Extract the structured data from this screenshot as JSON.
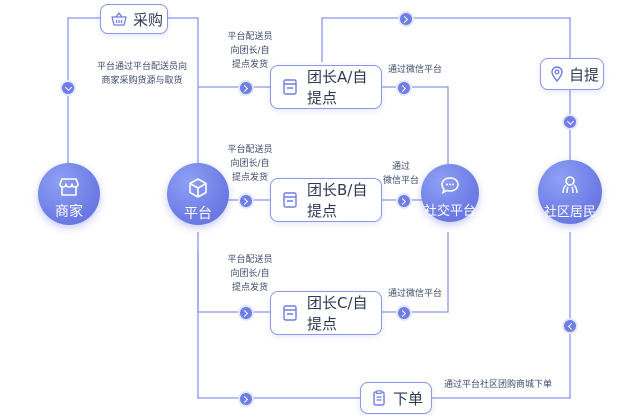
{
  "nodes": {
    "merchant": "商家",
    "platform": "平台",
    "social_platform": "社交平台",
    "residents": "社区居民"
  },
  "boxes": {
    "purchase": "采购",
    "leader_a": "团长A/自提点",
    "leader_b": "团长B/自提点",
    "leader_c": "团长C/自提点",
    "self_pickup": "自提",
    "place_order": "下单"
  },
  "notes": {
    "merchant_purchase": [
      "平台通过平台配送员向",
      "商家采购货源与取货"
    ],
    "deliver_a": [
      "平台配送员",
      "向团长/自",
      "提点发货"
    ],
    "deliver_b": [
      "平台配送员",
      "向团长/自",
      "提点发货"
    ],
    "deliver_c": [
      "平台配送员",
      "向团长/自",
      "提点发货"
    ],
    "wechat_a": [
      "通过微信平台"
    ],
    "wechat_b": [
      "通过",
      "微信平台"
    ],
    "wechat_c": [
      "通过微信平台"
    ],
    "order_via": [
      "通过平台社区团购商城下单"
    ]
  },
  "icons": {
    "merchant": "shop-icon",
    "platform": "box-icon",
    "social_platform": "chat-icon",
    "residents": "people-icon",
    "purchase": "basket-icon",
    "leader": "storefront-icon",
    "self_pickup": "location-pin-icon",
    "place_order": "clipboard-icon"
  },
  "colors": {
    "accent": "#6f7ee6",
    "line": "#8c97ea",
    "text": "#3c4a6b"
  }
}
